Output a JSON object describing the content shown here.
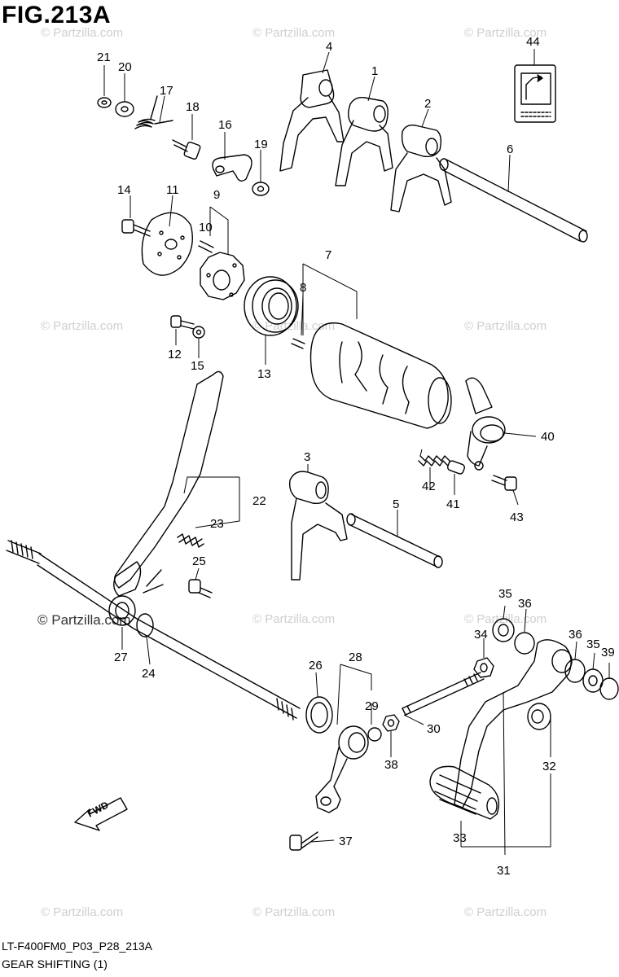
{
  "title": "FIG.213A",
  "footer": {
    "code": "LT-F400FM0_P03_P28_213A",
    "caption": "GEAR SHIFTING (1)"
  },
  "watermark": "© Partzilla.com",
  "fwd_label": "FWD",
  "callouts": [
    "1",
    "2",
    "3",
    "4",
    "5",
    "6",
    "7",
    "8",
    "9",
    "10",
    "11",
    "12",
    "13",
    "14",
    "15",
    "16",
    "17",
    "18",
    "19",
    "20",
    "21",
    "22",
    "23",
    "24",
    "25",
    "26",
    "27",
    "28",
    "29",
    "30",
    "31",
    "32",
    "33",
    "34",
    "35",
    "35",
    "36",
    "36",
    "37",
    "38",
    "39",
    "40",
    "41",
    "42",
    "43",
    "44"
  ],
  "colors": {
    "line": "#000000",
    "watermark": "#cfcfcf",
    "background": "#ffffff"
  }
}
